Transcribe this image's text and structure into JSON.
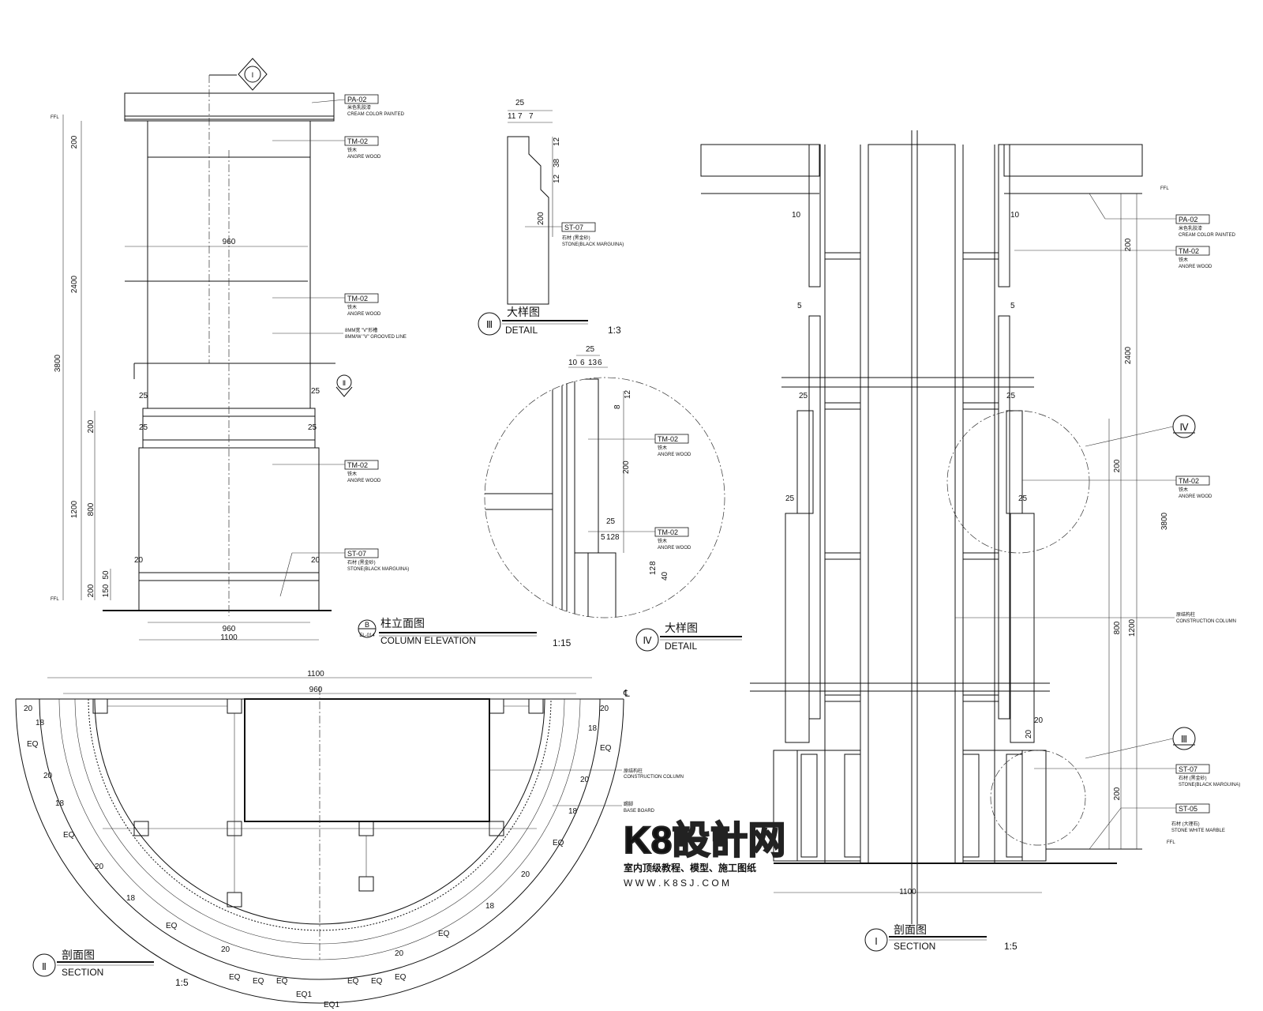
{
  "elevation": {
    "title_cn": "柱立面图",
    "title_en": "COLUMN ELEVATION",
    "scale": "1:15",
    "marker": "B",
    "sheet": "EL-014",
    "ffl": "FFL",
    "dims_left": [
      "200",
      "2400",
      "3800",
      "200",
      "1200",
      "800",
      "200",
      "150",
      "50"
    ],
    "dims_inner": [
      "25",
      "25",
      "25",
      "25",
      "20",
      "20"
    ],
    "width_960": "960",
    "width_1100": "1100",
    "section_mark": "Ⅱ",
    "section_mark_top": "Ⅰ"
  },
  "callouts": {
    "pa02": {
      "code": "PA-02",
      "cn": "米色乳胶漆",
      "en": "CREAM COLOR PAINTED"
    },
    "tm02": {
      "code": "TM-02",
      "cn": "铁木",
      "en": "ANGRE WOOD"
    },
    "groove": {
      "cn": "8MM宽 \"V\"形槽",
      "en": "8MM/W \"V\" GROOVED LINE"
    },
    "st07": {
      "code": "ST-07",
      "cn": "石材 (黑金砂)",
      "en": "STONE(BLACK MARGUINA)"
    },
    "st05": {
      "code": "ST-05",
      "cn": "石材 (大理石)",
      "en": "STONE WHITE MARBLE"
    },
    "construction": {
      "cn": "原结构柱",
      "en": "CONSTRUCTION COLUMN"
    },
    "baseboard": {
      "cn": "踢脚",
      "en": "BASE BOARD"
    }
  },
  "detail3": {
    "title_cn": "大样图",
    "title_en": "DETAIL",
    "scale": "1:3",
    "mark": "Ⅲ",
    "dims": [
      "25",
      "11",
      "7",
      "7",
      "12",
      "38",
      "12",
      "200"
    ]
  },
  "detail4": {
    "title_cn": "大样图",
    "title_en": "DETAIL",
    "mark": "Ⅳ",
    "dims": [
      "25",
      "10",
      "6",
      "13",
      "6",
      "12",
      "8",
      "200",
      "25",
      "5",
      "12",
      "8",
      "8",
      "12",
      "40"
    ]
  },
  "section1": {
    "title_cn": "剖面图",
    "title_en": "SECTION",
    "scale": "1:5",
    "mark": "Ⅰ",
    "dims_right": [
      "200",
      "2400",
      "3800",
      "200",
      "1200",
      "800",
      "200"
    ],
    "dims_left": [
      "10",
      "10",
      "5",
      "5",
      "25",
      "25",
      "25",
      "25",
      "20",
      "20"
    ],
    "width": "1100",
    "marks": [
      "Ⅳ",
      "Ⅲ"
    ]
  },
  "section2": {
    "title_cn": "剖面图",
    "title_en": "SECTION",
    "scale": "1:5",
    "mark": "Ⅱ",
    "width_1100": "1100",
    "width_960": "960",
    "arc_dims": [
      "20",
      "18",
      "EQ",
      "20",
      "18",
      "EQ",
      "20",
      "18",
      "EQ",
      "20"
    ],
    "bottom": [
      "EQ",
      "EQ",
      "EQ",
      "EQ1",
      "EQ1",
      "EQ",
      "EQ",
      "EQ"
    ],
    "axis": "℄"
  },
  "watermark": {
    "logo": "K8設計网",
    "sub": "室内顶级教程、模型、施工图纸",
    "url": "W W W . K 8 S J . C O M"
  }
}
